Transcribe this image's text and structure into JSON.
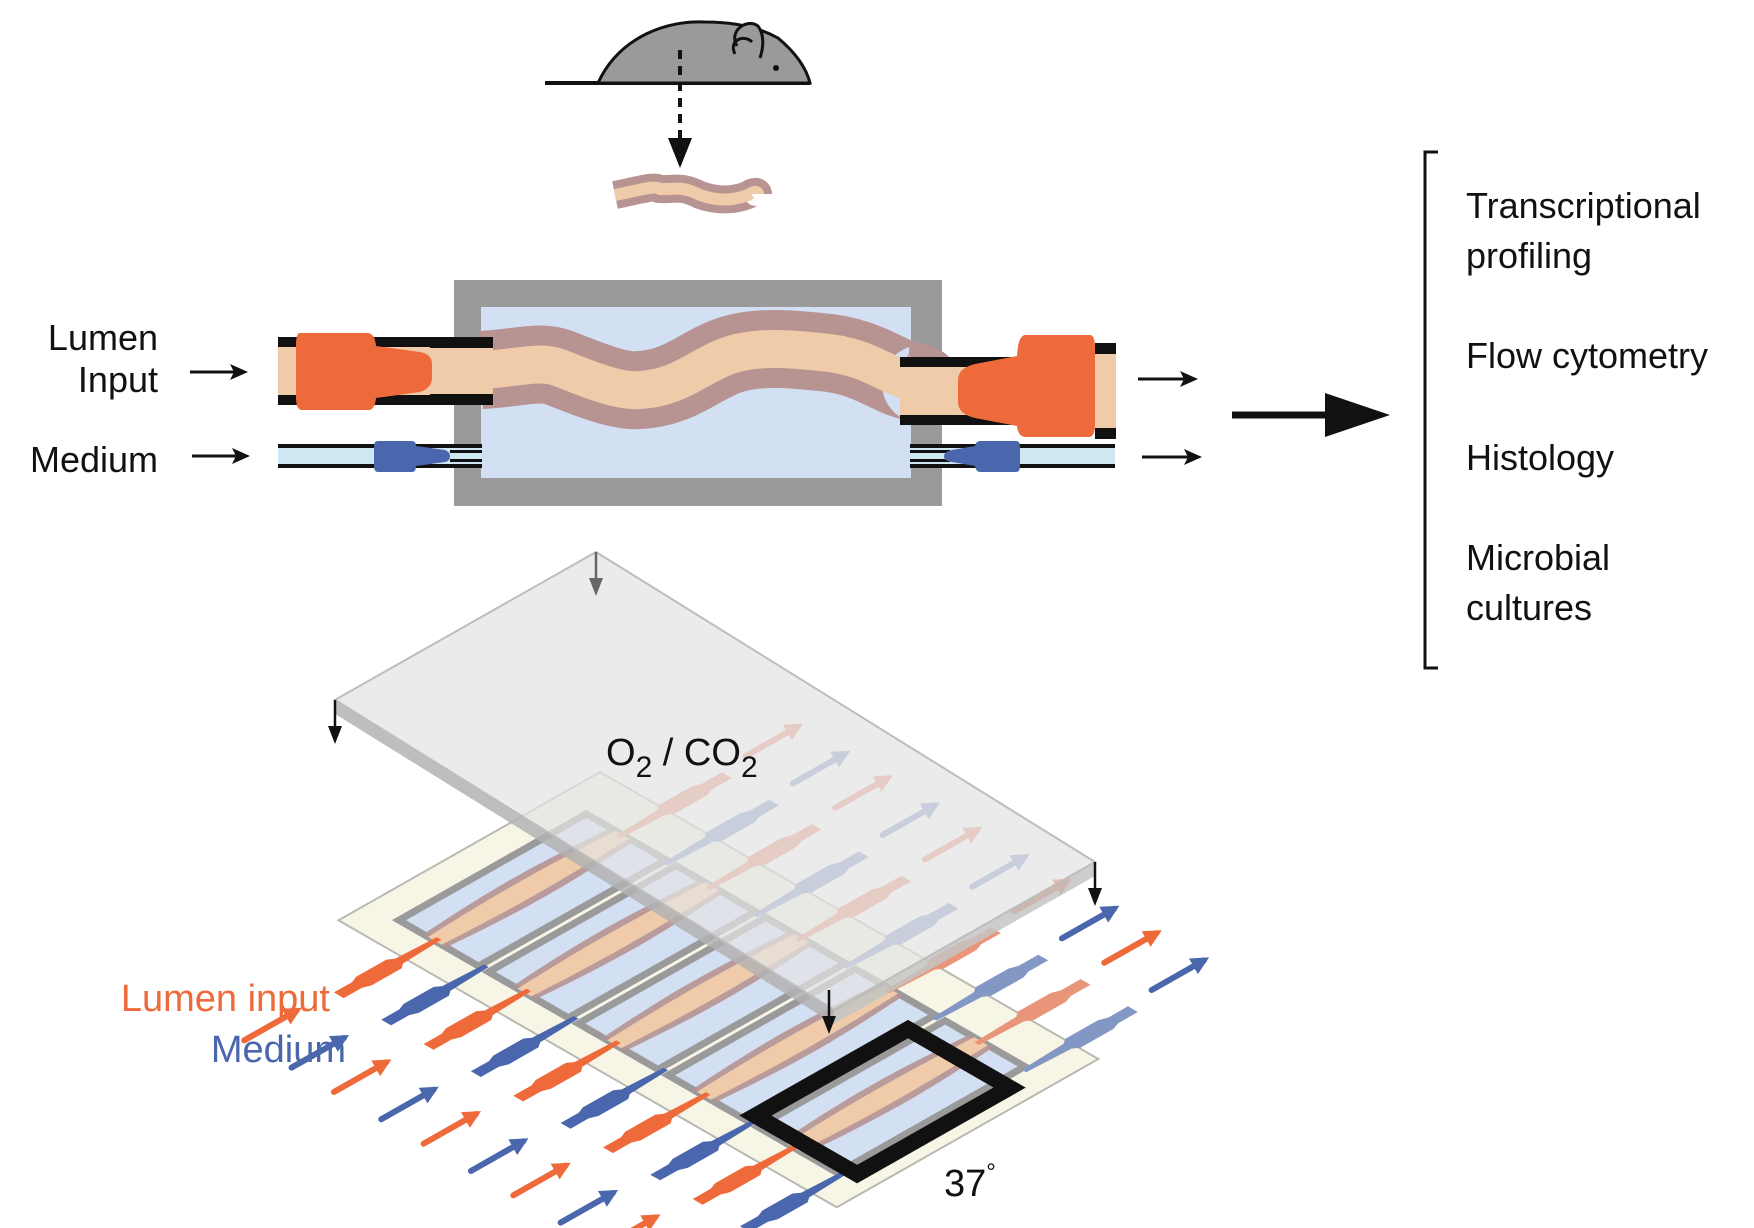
{
  "colors": {
    "lumen": "#ef6a3a",
    "lumen_faded": "#e8957a",
    "medium": "#4a67ad",
    "medium_faded": "#8397c4",
    "tissue_inner": "#f0cbaa",
    "tissue_wall": "#b79392",
    "chamber_fill": "#d3dff2",
    "chamber_frame": "#9a9a9a",
    "medium_tube": "#cfe6f3",
    "lid": "#e3e3e3",
    "lid_edge": "#b3b3b3",
    "base_plate": "#f7f6e6",
    "mouse": "#9a9a9a",
    "ink": "#111111"
  },
  "top_panel": {
    "mouse_icon": "mouse-icon",
    "tissue_icon": "tissue-segment-icon",
    "left_labels": {
      "lumen_line1": "Lumen",
      "lumen_line2": "Input",
      "medium": "Medium"
    }
  },
  "outputs": {
    "items": [
      {
        "line1": "Transcriptional",
        "line2": "profiling"
      },
      {
        "line1": "Flow cytometry",
        "line2": ""
      },
      {
        "line1": "Histology",
        "line2": ""
      },
      {
        "line1": "Microbial",
        "line2": "cultures"
      }
    ]
  },
  "bottom_panel": {
    "gas_label_o": "O",
    "gas_label_sub1": "2",
    "gas_label_sep": " / CO",
    "gas_label_sub2": "2",
    "legend_lumen": "Lumen input",
    "legend_medium": "Medium",
    "temperature": "37",
    "temperature_unit": "°",
    "device_count": 5,
    "highlighted_device_index": 4
  }
}
